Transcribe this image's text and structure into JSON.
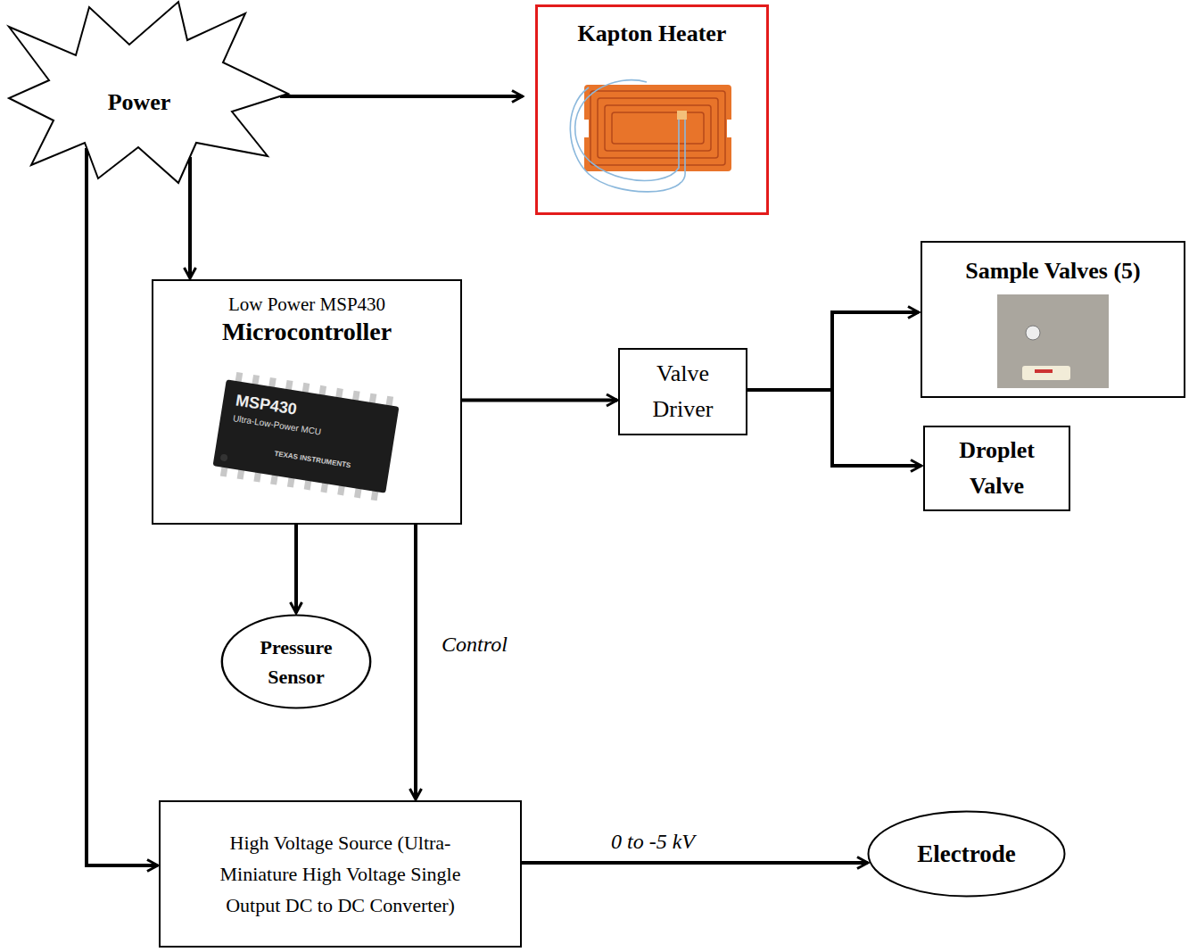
{
  "diagram": {
    "nodes": [
      {
        "text": [
          "Power"
        ]
      },
      {
        "text": [
          "Kapton Heater"
        ]
      },
      {
        "text": [
          "Low Power MSP430",
          "Microcontroller"
        ]
      },
      {
        "text": [
          "Valve Driver"
        ]
      },
      {
        "text": [
          "Sample Valves (5)"
        ]
      },
      {
        "text": [
          "Droplet Valve"
        ]
      },
      {
        "text": [
          "Pressure Sensor"
        ]
      },
      {
        "text": [
          "High Voltage Source (Ultra-Miniature High Voltage Single Output DC to DC Converter)"
        ]
      },
      {
        "text": [
          "Electrode"
        ]
      }
    ],
    "edges": [
      {
        "from": 0,
        "to": 1,
        "arrow": "to"
      },
      {
        "from": 0,
        "to": 2,
        "arrow": "to"
      },
      {
        "from": 0,
        "to": 7,
        "arrow": "to"
      },
      {
        "from": 2,
        "to": 3,
        "arrow": "to"
      },
      {
        "from": 3,
        "to": 4,
        "arrow": "to"
      },
      {
        "from": 3,
        "to": 5,
        "arrow": "to"
      },
      {
        "from": 2,
        "to": 6,
        "arrow": "to"
      },
      {
        "from": 2,
        "to": 7,
        "label": "Control",
        "arrow": "to"
      },
      {
        "from": 7,
        "to": 8,
        "label": "0 to -5 kV",
        "arrow": "to"
      }
    ],
    "labels": [
      "MSP430",
      "Ultra-Low-Power MCU",
      "TEXAS INSTRUMENTS"
    ]
  }
}
